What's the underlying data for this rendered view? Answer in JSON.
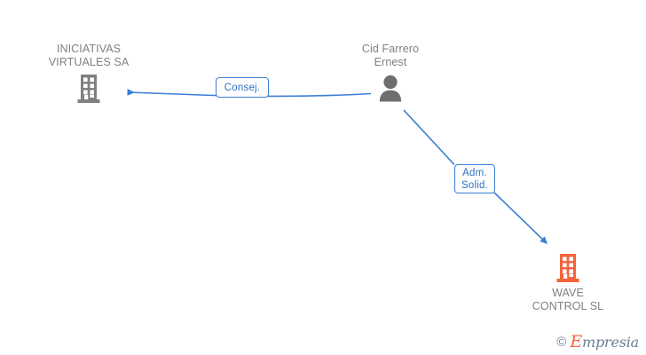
{
  "graph": {
    "title": "Cid Farrero Ernest relationship graph",
    "colors": {
      "edge": "#3a7fd5",
      "label_text": "#2f6fc4",
      "company_gray": "#808080",
      "company_orange": "#f4643c",
      "person_gray": "#6e6e6e",
      "node_text": "#808080",
      "background": "#ffffff"
    },
    "nodes": [
      {
        "id": "iniciativas-virtuales-sa",
        "label": "INICIATIVAS\nVIRTUALES SA",
        "kind": "company",
        "icon": "building-icon",
        "color": "#808080",
        "label_position": "above"
      },
      {
        "id": "cid-farrero-ernest",
        "label": "Cid Farrero\nErnest",
        "kind": "person",
        "icon": "person-icon",
        "color": "#6e6e6e",
        "label_position": "above"
      },
      {
        "id": "wave-control-sl",
        "label": "WAVE\nCONTROL SL",
        "kind": "company",
        "icon": "building-icon",
        "color": "#f4643c",
        "label_position": "below"
      }
    ],
    "edges": [
      {
        "id": "edge-consej",
        "from": "cid-farrero-ernest",
        "to": "iniciativas-virtuales-sa",
        "label": "Consej.",
        "arrow": "to"
      },
      {
        "id": "edge-adm-solid",
        "from": "cid-farrero-ernest",
        "to": "wave-control-sl",
        "label": "Adm.\nSolid.",
        "arrow": "to"
      }
    ]
  },
  "watermark": {
    "copyright": "©",
    "brand_initial": "E",
    "brand_rest": "mpresia"
  }
}
